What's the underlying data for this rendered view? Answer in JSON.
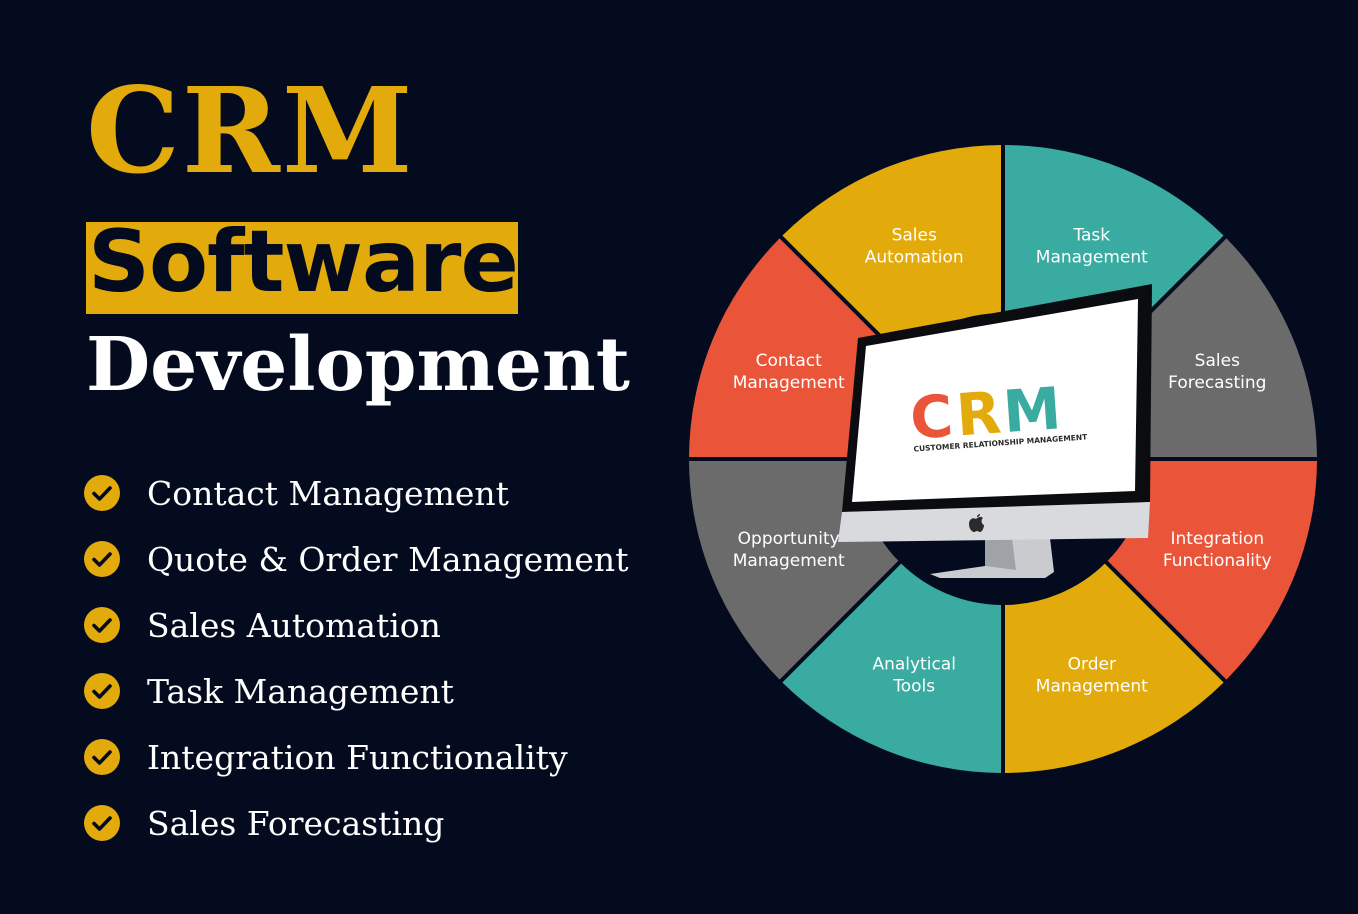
{
  "title": {
    "line1": "CRM",
    "line2": "Software",
    "line3": "Development"
  },
  "features": [
    "Contact Management",
    "Quote & Order Management",
    "Sales Automation",
    "Task Management",
    "Integration Functionality",
    "Sales Forecasting"
  ],
  "wheel": {
    "segments": [
      {
        "line1": "Sales",
        "line2": "Automation",
        "color": "#e3aa0c"
      },
      {
        "line1": "Task",
        "line2": "Management",
        "color": "#3aaba1"
      },
      {
        "line1": "Sales",
        "line2": "Forecasting",
        "color": "#6b6b6b"
      },
      {
        "line1": "Integration",
        "line2": "Functionality",
        "color": "#ea5439"
      },
      {
        "line1": "Order",
        "line2": "Management",
        "color": "#e3aa0c"
      },
      {
        "line1": "Analytical",
        "line2": "Tools",
        "color": "#3aaba1"
      },
      {
        "line1": "Opportunity",
        "line2": "Management",
        "color": "#6b6b6b"
      },
      {
        "line1": "Contact",
        "line2": "Management",
        "color": "#ea5439"
      }
    ]
  },
  "monitor": {
    "logo_c": "C",
    "logo_r": "R",
    "logo_m": "M",
    "logo_subtitle": "CUSTOMER RELATIONSHIP MANAGEMENT",
    "logo_c_color": "#ea5439",
    "logo_r_color": "#e3aa0c",
    "logo_m_color": "#3aaba1"
  },
  "colors": {
    "background": "#050b1e",
    "accent": "#e3aa0c",
    "text": "#ffffff"
  },
  "icons": {
    "feature_bullet": "check-circle-icon",
    "monitor_brand": "apple-logo-icon"
  }
}
